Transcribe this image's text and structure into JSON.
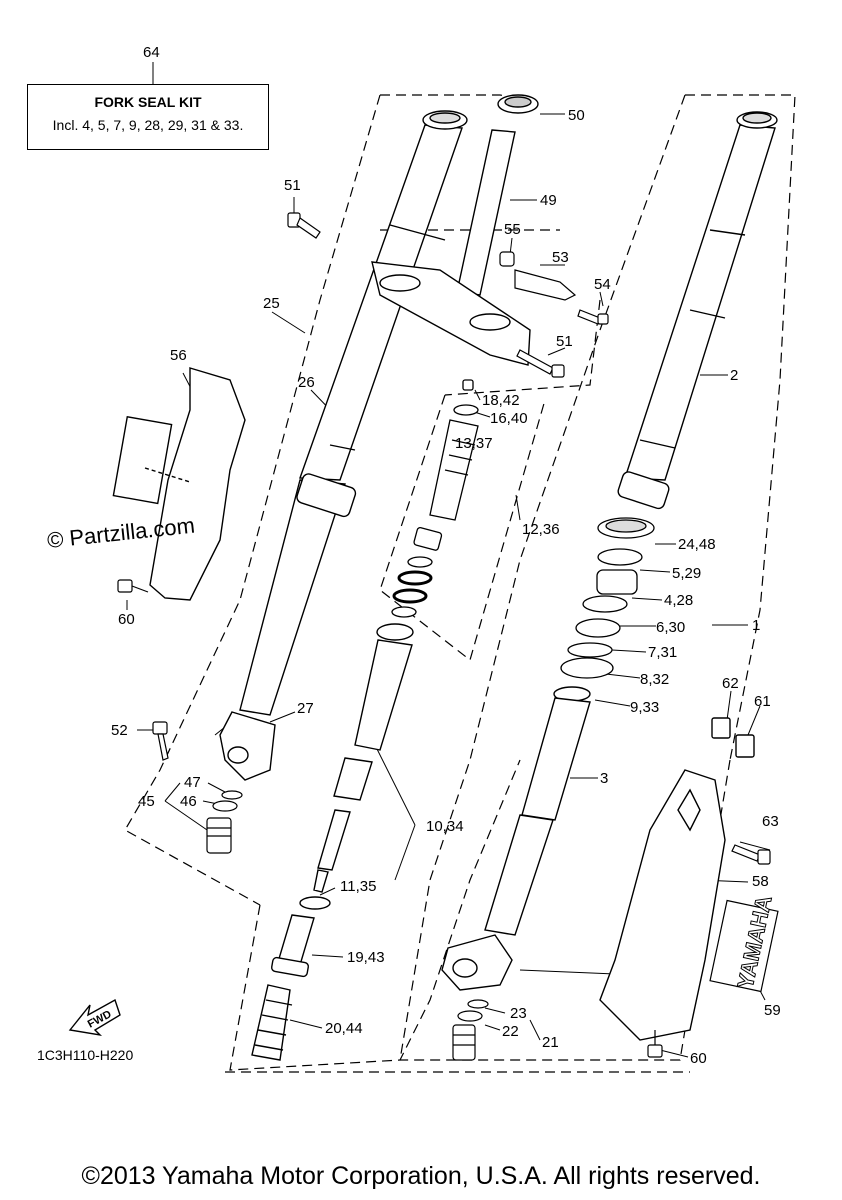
{
  "kit_box": {
    "number": "64",
    "title": "FORK SEAL KIT",
    "description": "Incl. 4, 5, 7, 9, 28, 29, 31 & 33."
  },
  "callouts": [
    "50",
    "49",
    "51",
    "55",
    "53",
    "54",
    "51",
    "2",
    "25",
    "56",
    "26",
    "18,42",
    "16,40",
    "13,37",
    "12,36",
    "24,48",
    "5,29",
    "4,28",
    "6,30",
    "1",
    "7,31",
    "8,32",
    "9,33",
    "60",
    "62",
    "61",
    "52",
    "27",
    "47",
    "46",
    "45",
    "3",
    "10,34",
    "63",
    "11,35",
    "58",
    "19,43",
    "59",
    "23",
    "22",
    "21",
    "20,44",
    "60"
  ],
  "watermark": "© Partzilla.com",
  "fwd_label": "FWD",
  "diagram_code": "1C3H110-H220",
  "brand_text": "YAMAHA",
  "copyright": "©2013 Yamaha Motor Corporation, U.S.A. All rights reserved."
}
